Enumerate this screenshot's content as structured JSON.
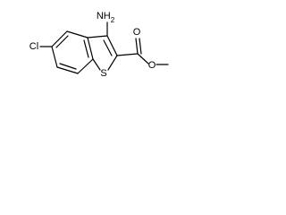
{
  "molecule": {
    "atoms": {
      "amine": "NH",
      "amine_subscript": "2",
      "chlorine": "Cl",
      "sulfur": "S",
      "ester_oxygen_carbonyl": "O",
      "ester_oxygen_ether": "O"
    }
  }
}
